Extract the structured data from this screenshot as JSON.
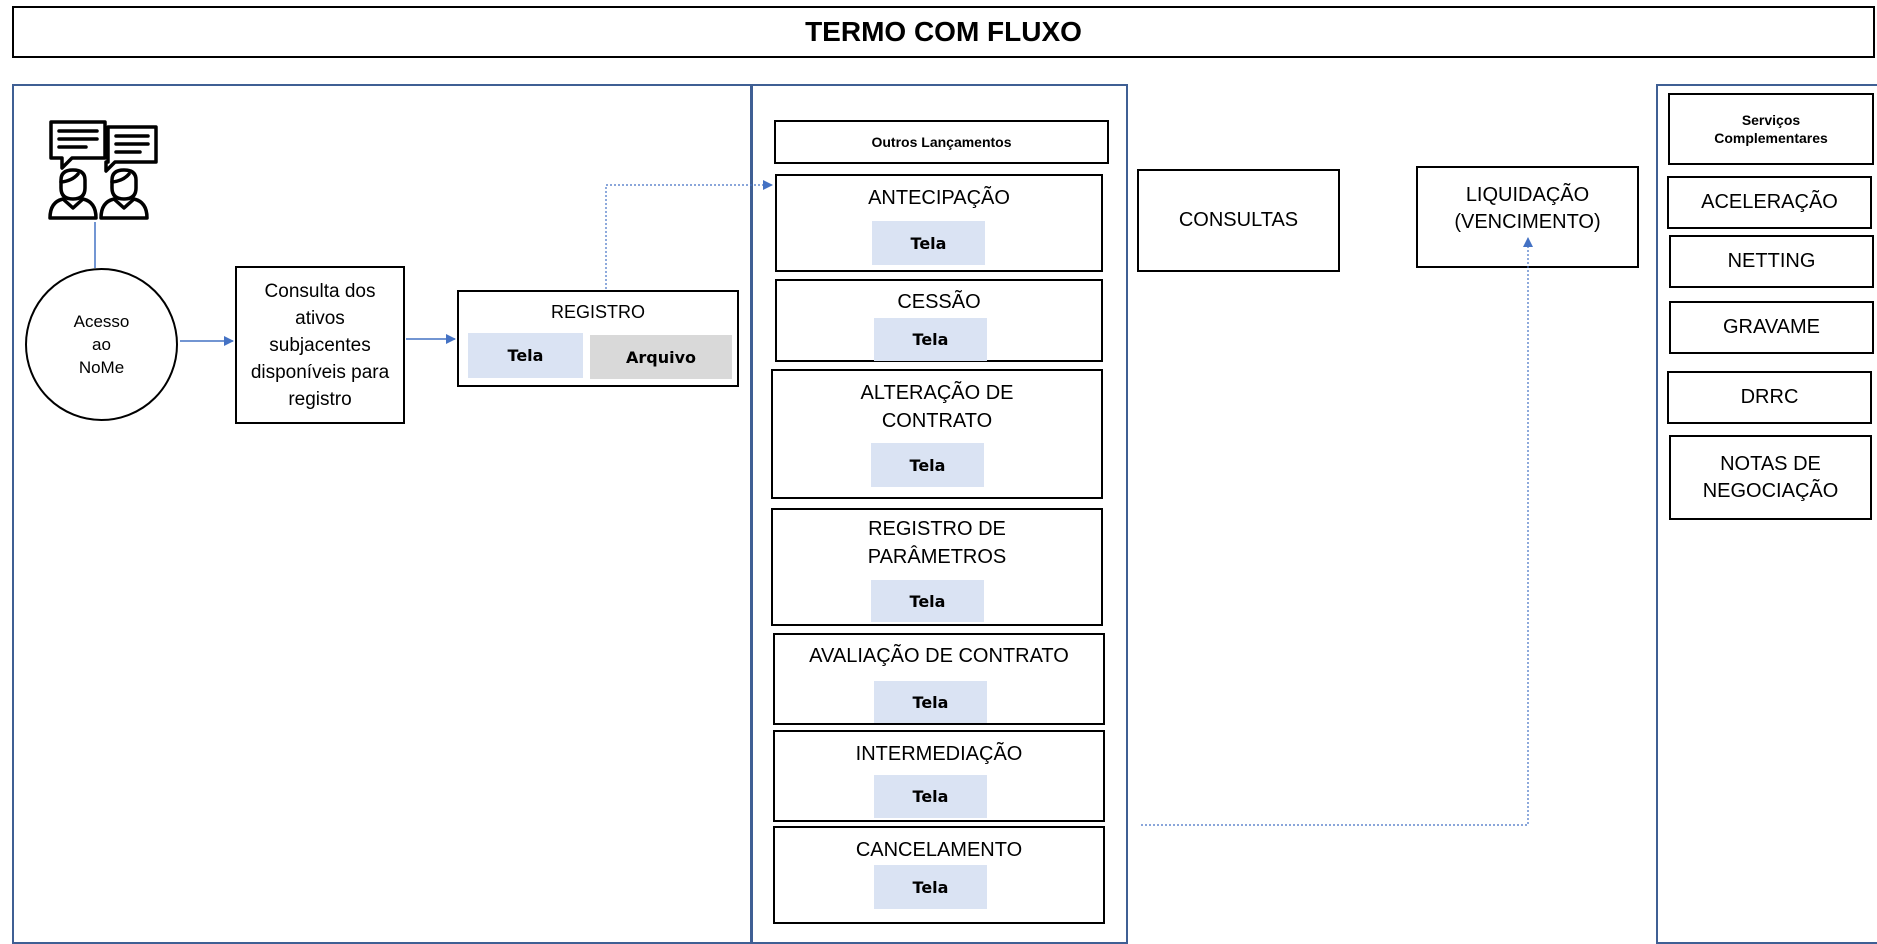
{
  "title": "TERMO COM FLUXO",
  "flow": {
    "acesso": "Acesso\nao\nNoMe",
    "consulta": "Consulta dos ativos subjacentes disponíveis para registro",
    "registro": {
      "label": "REGISTRO",
      "tela": "Tela",
      "arquivo": "Arquivo"
    }
  },
  "outros": {
    "header": "Outros Lançamentos",
    "items": [
      {
        "label": "ANTECIPAÇÃO",
        "chip": "Tela"
      },
      {
        "label": "CESSÃO",
        "chip": "Tela"
      },
      {
        "label": "ALTERAÇÃO DE CONTRATO",
        "chip": "Tela"
      },
      {
        "label": "REGISTRO DE PARÂMETROS",
        "chip": "Tela"
      },
      {
        "label": "AVALIAÇÃO DE CONTRATO",
        "chip": "Tela"
      },
      {
        "label": "INTERMEDIAÇÃO",
        "chip": "Tela"
      },
      {
        "label": "CANCELAMENTO",
        "chip": "Tela"
      }
    ]
  },
  "consultas": "CONSULTAS",
  "liquidacao": "LIQUIDAÇÃO (VENCIMENTO)",
  "servicos": {
    "header": "Serviços Complementares",
    "items": [
      "ACELERAÇÃO",
      "NETTING",
      "GRAVAME",
      "DRRC",
      "NOTAS DE NEGOCIAÇÃO"
    ]
  },
  "colors": {
    "panel_border": "#3f5f94",
    "arrow": "#4472c4",
    "tela_fill": "#dae3f3",
    "arquivo_fill": "#d9d9d9"
  }
}
